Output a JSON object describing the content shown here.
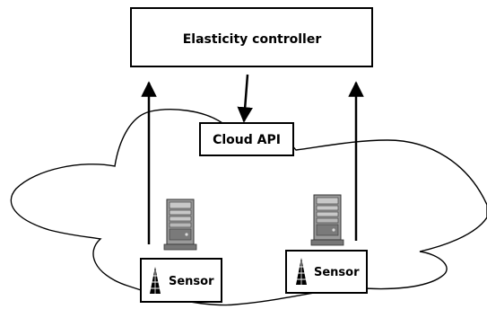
{
  "controller": {
    "label": "Elasticity controller"
  },
  "cloud_api": {
    "label": "Cloud API"
  },
  "sensors": [
    {
      "label": "Sensor"
    },
    {
      "label": "Sensor"
    }
  ],
  "icons": {
    "server": "server-icon",
    "antenna": "antenna-icon"
  },
  "colors": {
    "stroke": "#000000",
    "server_body": "#9a9a9a",
    "server_light": "#c8c8c8",
    "server_dark": "#555555"
  }
}
